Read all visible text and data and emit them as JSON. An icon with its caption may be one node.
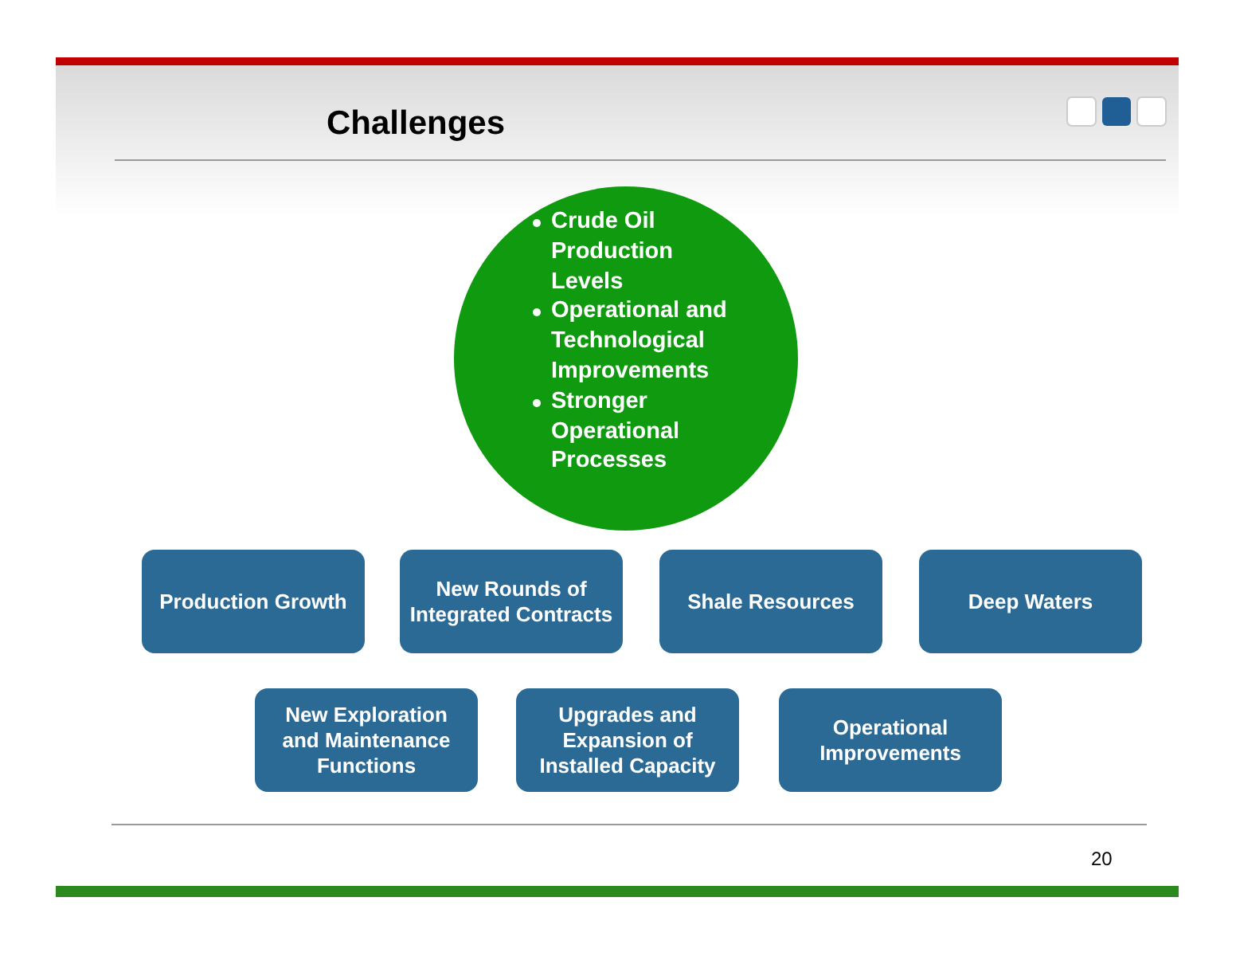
{
  "diagram": {
    "title": "Challenges",
    "nodes": [
      {
        "text": [
          "Crude Oil Production Levels",
          "Operational and Technological Improvements",
          "Stronger Operational Processes"
        ]
      },
      {
        "text": [
          "Production Growth"
        ]
      },
      {
        "text": [
          "New Rounds of Integrated Contracts"
        ]
      },
      {
        "text": [
          "Shale Resources"
        ]
      },
      {
        "text": [
          "Deep Waters"
        ]
      },
      {
        "text": [
          "New Exploration and Maintenance Functions"
        ]
      },
      {
        "text": [
          "Upgrades and Expansion of Installed Capacity"
        ]
      },
      {
        "text": [
          "Operational Improvements"
        ]
      }
    ],
    "labels": [
      "20"
    ]
  }
}
